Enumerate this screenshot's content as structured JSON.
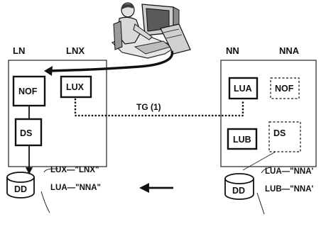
{
  "left_node": {
    "headers": [
      "LN",
      "LNX"
    ],
    "boxes": [
      {
        "label": "NOF",
        "style": "solid"
      },
      {
        "label": "LUX",
        "style": "solid"
      },
      {
        "label": "DS",
        "style": "solid"
      }
    ],
    "database": {
      "label": "DD",
      "mappings": [
        "LUX—\"LNX\"",
        "LUA—\"NNA\""
      ]
    }
  },
  "right_node": {
    "headers": [
      "NN",
      "NNA"
    ],
    "boxes": [
      {
        "label": "LUA",
        "style": "solid"
      },
      {
        "label": "NOF",
        "style": "dashed"
      },
      {
        "label": "LUB",
        "style": "solid"
      },
      {
        "label": "DS",
        "style": "dashed"
      }
    ],
    "database": {
      "label": "DD",
      "mappings": [
        "LUA—\"NNA'",
        "LUB—\"NNA'"
      ]
    }
  },
  "link": {
    "label": "TG (1)",
    "style": "dotted"
  },
  "operator_icon": "operator-at-terminal",
  "flow_arrow": "left"
}
